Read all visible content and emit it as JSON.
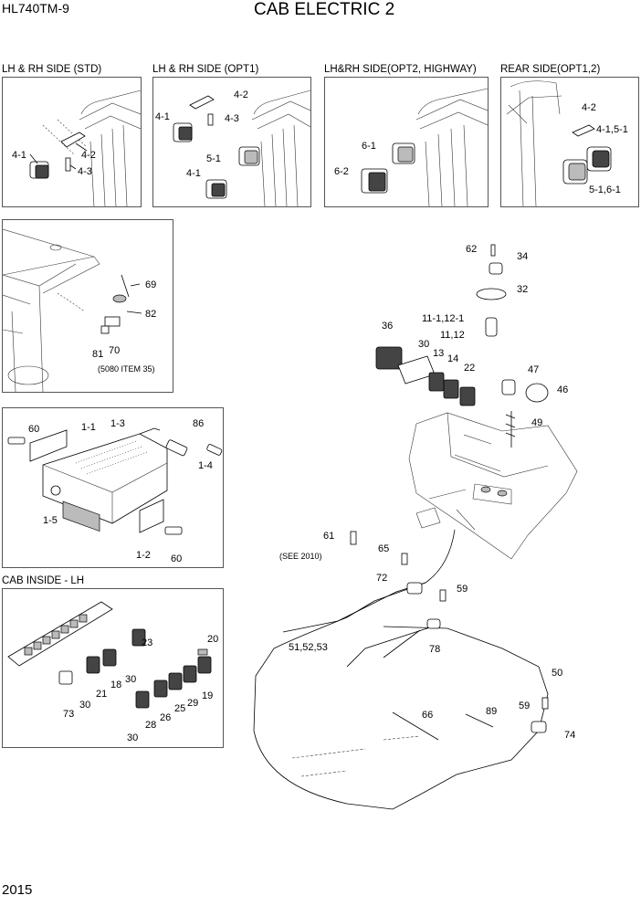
{
  "header": {
    "model": "HL740TM-9",
    "title": "CAB ELECTRIC 2"
  },
  "footer": {
    "page_number": "2015"
  },
  "panels": {
    "std": {
      "title": "LH & RH SIDE (STD)",
      "labels": [
        "4-1",
        "4-2",
        "4-3"
      ]
    },
    "opt1": {
      "title": "LH & RH SIDE (OPT1)",
      "labels": [
        "4-2",
        "4-1",
        "4-3",
        "5-1",
        "4-1"
      ]
    },
    "opt2": {
      "title": "LH&RH SIDE(OPT2, HIGHWAY)",
      "labels": [
        "6-1",
        "6-2"
      ]
    },
    "rear": {
      "title": "REAR SIDE(OPT1,2)",
      "labels": [
        "4-2",
        "4-1,5-1",
        "5-1,6-1"
      ]
    },
    "antenna": {
      "labels": [
        "69",
        "82",
        "81",
        "70"
      ],
      "note": "(5080 ITEM 35)"
    },
    "radio": {
      "labels": [
        "60",
        "1-1",
        "1-3",
        "86",
        "1-4",
        "1-5",
        "1-2",
        "60"
      ]
    },
    "cab_inside": {
      "title": "CAB INSIDE - LH",
      "labels": [
        "23",
        "30",
        "18",
        "21",
        "30",
        "73",
        "20",
        "19",
        "29",
        "25",
        "26",
        "28",
        "30"
      ]
    }
  },
  "main": {
    "labels": {
      "l62": "62",
      "l34": "34",
      "l32": "32",
      "l11_1": "11-1,12-1",
      "l11_12": "11,12",
      "l36": "36",
      "l30": "30",
      "l13": "13",
      "l14": "14",
      "l22": "22",
      "l47": "47",
      "l46": "46",
      "l49": "49",
      "l61": "61",
      "l65": "65",
      "l72": "72",
      "l59a": "59",
      "see": "(SEE 2010)",
      "l51": "51,52,53",
      "l78": "78",
      "l50": "50",
      "l59b": "59",
      "l66": "66",
      "l89": "89",
      "l74": "74"
    }
  }
}
